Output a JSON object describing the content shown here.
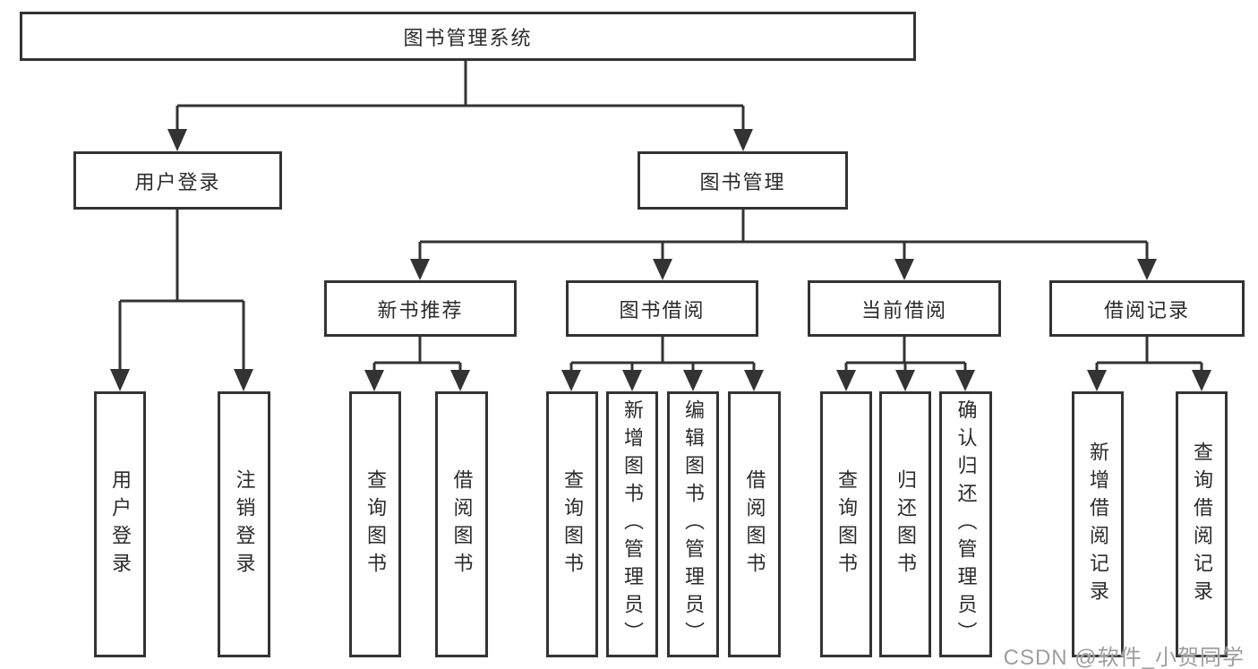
{
  "nodes": {
    "root": "图书管理系统",
    "user_login": "用户登录",
    "book_mgmt": "图书管理",
    "new_book": "新书推荐",
    "book_borrow": "图书借阅",
    "current_borrow": "当前借阅",
    "borrow_record": "借阅记录",
    "leaves": {
      "user_login": [
        "用户登录",
        "注销登录"
      ],
      "new_book": [
        "查询图书",
        "借阅图书"
      ],
      "book_borrow": [
        "查询图书",
        "新增图书（管理员）",
        "编辑图书（管理员）",
        "借阅图书"
      ],
      "current_borrow": [
        "查询图书",
        "归还图书",
        "确认归还（管理员）"
      ],
      "borrow_record": [
        "新增借阅记录",
        "查询借阅记录"
      ]
    }
  },
  "watermark": "CSDN @软件_小贺同学",
  "colors": {
    "line": "#333333",
    "node_border": "#333333",
    "node_fill": "#ffffff",
    "text": "#2b2b2b",
    "watermark": "#9e9e9e",
    "background": "#ffffff"
  }
}
